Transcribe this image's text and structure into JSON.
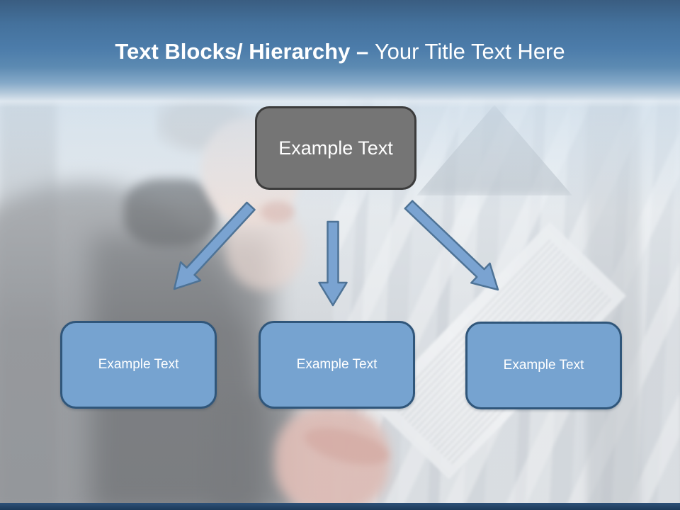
{
  "slide": {
    "title": {
      "bold": "Text Blocks/ Hierarchy",
      "separator": "–",
      "regular": "Your Title Text Here"
    },
    "diagram": {
      "root_label": "Example Text",
      "children": [
        {
          "label": "Example Text"
        },
        {
          "label": "Example Text"
        },
        {
          "label": "Example Text"
        }
      ]
    },
    "colors": {
      "header_top": "#3a5d81",
      "header_mid": "#4d7dab",
      "root_box_fill": "#757575",
      "root_box_border": "#3c3c3c",
      "child_box_fill": "#76a3d0",
      "child_box_border": "#30567a",
      "arrow_fill": "#7aa3d1",
      "arrow_stroke": "#4e7396",
      "footer_bar": "#24466a",
      "title_text": "#ffffff"
    }
  }
}
